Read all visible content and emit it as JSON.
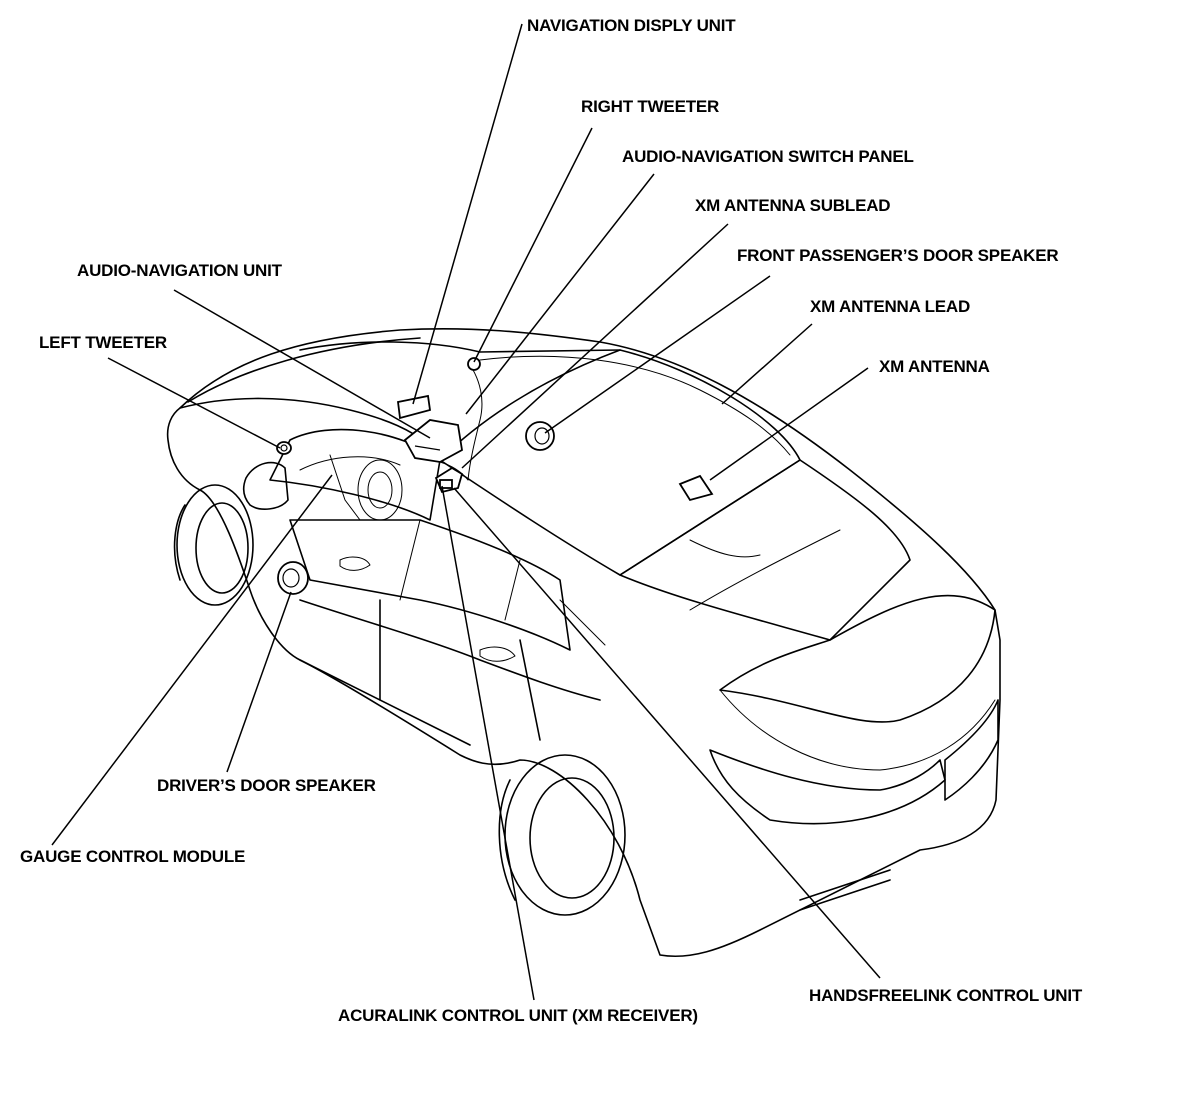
{
  "labels": {
    "nav_display": "NAVIGATION DISPLY UNIT",
    "right_tweeter": "RIGHT TWEETER",
    "switch_panel": "AUDIO-NAVIGATION SWITCH PANEL",
    "xm_sublead": "XM ANTENNA SUBLEAD",
    "front_pass_speaker": "FRONT PASSENGER’S DOOR SPEAKER",
    "xm_lead": "XM ANTENNA LEAD",
    "xm_antenna": "XM ANTENNA",
    "audio_nav_unit": "AUDIO-NAVIGATION UNIT",
    "left_tweeter": "LEFT TWEETER",
    "driver_speaker": "DRIVER’S DOOR SPEAKER",
    "gauge_module": "GAUGE CONTROL MODULE",
    "acuralink": "ACURALINK CONTROL UNIT (XM RECEIVER)",
    "handsfreelink": "HANDSFREELINK CONTROL UNIT"
  },
  "icons": [
    "car-outline-drawing",
    "speaker-icon",
    "tweeter-icon",
    "antenna-icon",
    "control-unit-icon"
  ]
}
